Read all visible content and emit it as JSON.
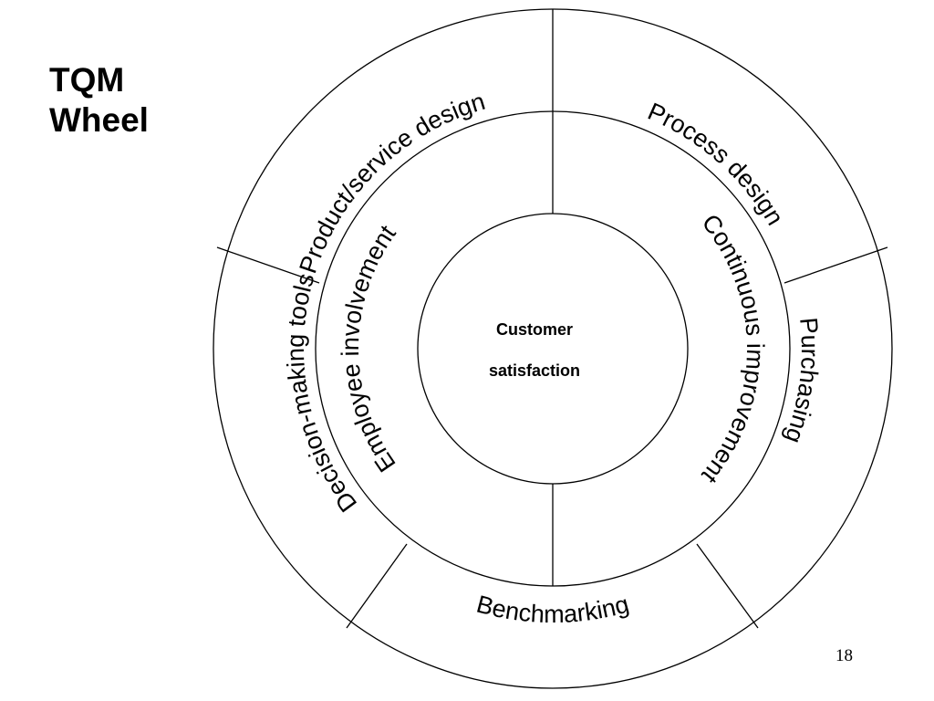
{
  "slide": {
    "title_line1": "TQM",
    "title_line2": "Wheel",
    "page_number": "18"
  },
  "wheel": {
    "center": {
      "line1": "Customer",
      "line2": "satisfaction"
    },
    "inner_ring": [
      "Employee involvement",
      "Continuous improvement"
    ],
    "outer_ring": [
      "Product/service design",
      "Process design",
      "Purchasing",
      "Benchmarking",
      "Decision-making tools"
    ]
  }
}
